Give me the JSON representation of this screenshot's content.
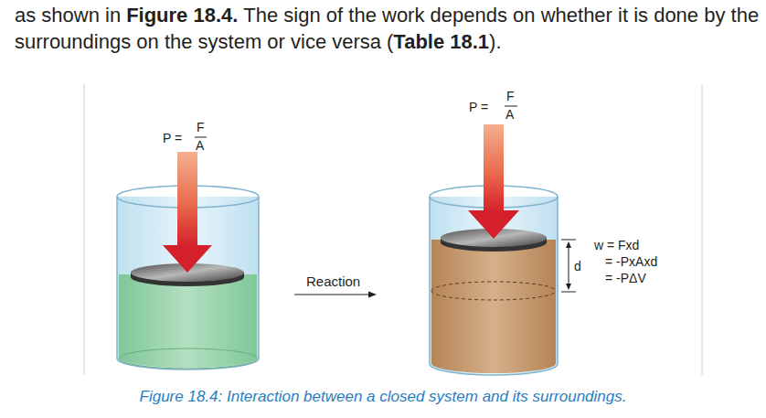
{
  "diagram": {
    "caption": "Figure 18.4: Interaction between a closed system and its surroundings.",
    "labels": [
      "as shown in",
      "Figure 18.4.",
      "The sign of the work depends on whether it is done by the surroundings on the system or vice versa",
      "(",
      "Table 18.1",
      ").",
      "P =",
      "F",
      "A",
      "P =",
      "F",
      "A",
      "Reaction",
      "d",
      "w = Fxd",
      "= -PxAxd",
      "= -PΔV"
    ]
  }
}
